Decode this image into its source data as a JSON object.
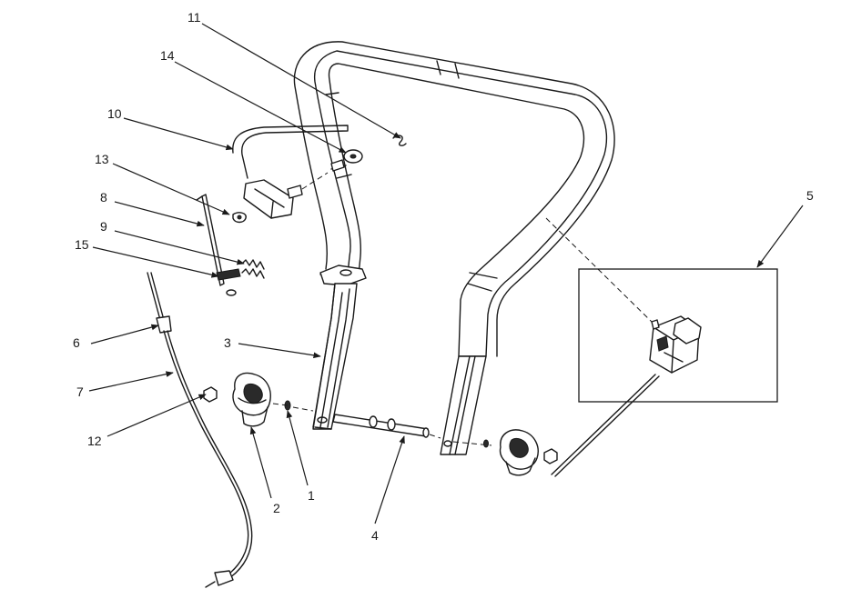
{
  "callouts": [
    {
      "id": "1",
      "label": "1"
    },
    {
      "id": "2",
      "label": "2"
    },
    {
      "id": "3",
      "label": "3"
    },
    {
      "id": "4",
      "label": "4"
    },
    {
      "id": "5",
      "label": "5"
    },
    {
      "id": "6",
      "label": "6"
    },
    {
      "id": "7",
      "label": "7"
    },
    {
      "id": "8",
      "label": "8"
    },
    {
      "id": "9",
      "label": "9"
    },
    {
      "id": "10",
      "label": "10"
    },
    {
      "id": "11",
      "label": "11"
    },
    {
      "id": "12",
      "label": "12"
    },
    {
      "id": "13",
      "label": "13"
    },
    {
      "id": "14",
      "label": "14"
    },
    {
      "id": "15",
      "label": "15"
    }
  ],
  "colors": {
    "line": "#1a1a1a",
    "background": "#ffffff",
    "shade": "#bdbdbd"
  }
}
